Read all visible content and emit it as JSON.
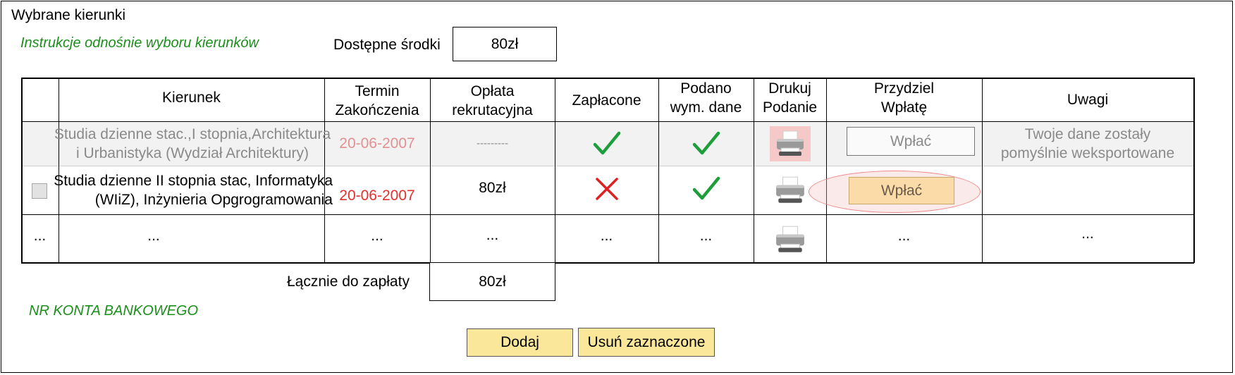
{
  "header": {
    "title": "Wybrane kierunki",
    "instructions_link": "Instrukcje odnośnie wyboru kierunków",
    "funds_label": "Dostępne środki",
    "funds_value": "80zł"
  },
  "table": {
    "columns": [
      "Kierunek",
      "Termin Zakończenia",
      "Opłata rekrutacyjna",
      "Zapłacone",
      "Podano wym. dane",
      "Drukuj Podanie",
      "Przydziel Wpłatę",
      "Uwagi"
    ],
    "column_lines": {
      "termin": [
        "Termin",
        "Zakończenia"
      ],
      "oplata": [
        "Opłata",
        "rekrutacyjna"
      ],
      "podano": [
        "Podano",
        "wym. dane"
      ],
      "drukuj": [
        "Drukuj",
        "Podanie"
      ],
      "przydziel": [
        "Przydziel",
        "Wpłatę"
      ]
    },
    "rows": [
      {
        "kierunek": [
          "Studia dzienne stac.,I stopnia,Architektura",
          "i Urbanistyka (Wydział Architektury)"
        ],
        "termin": "20-06-2007",
        "oplata": "---------",
        "zaplacone": "check",
        "podano": "check",
        "button": "Wpłać",
        "uwagi": [
          "Twoje dane zostały",
          "pomyślnie weksportowane"
        ]
      },
      {
        "kierunek": [
          "Studia dzienne II stopnia stac, Informatyka",
          "(WIiZ), Inżynieria Opgrogramowania"
        ],
        "termin": "20-06-2007",
        "oplata": "80zł",
        "zaplacone": "cross",
        "podano": "check",
        "button": "Wpłać",
        "uwagi": ""
      },
      {
        "select": "...",
        "kierunek": "...",
        "termin": "...",
        "oplata": "...",
        "zaplacone": "...",
        "podano": "...",
        "przydziel": "...",
        "uwagi": "..."
      }
    ]
  },
  "footer": {
    "total_label": "Łącznie do zapłaty",
    "total_value": "80zł",
    "bank_account": "NR KONTA BANKOWEGO",
    "add_button": "Dodaj",
    "remove_button": "Usuń zaznaczone"
  },
  "colors": {
    "green_text": "#1a8f1a",
    "check": "#1e9e3a",
    "cross": "#e02020",
    "button_yellow": "#fbe79a",
    "date_red": "#e03030"
  },
  "icons": {
    "paid_row1": "checkmark-icon",
    "data_row1": "checkmark-icon",
    "paid_row2": "cross-icon",
    "data_row2": "checkmark-icon",
    "print": "printer-icon"
  }
}
